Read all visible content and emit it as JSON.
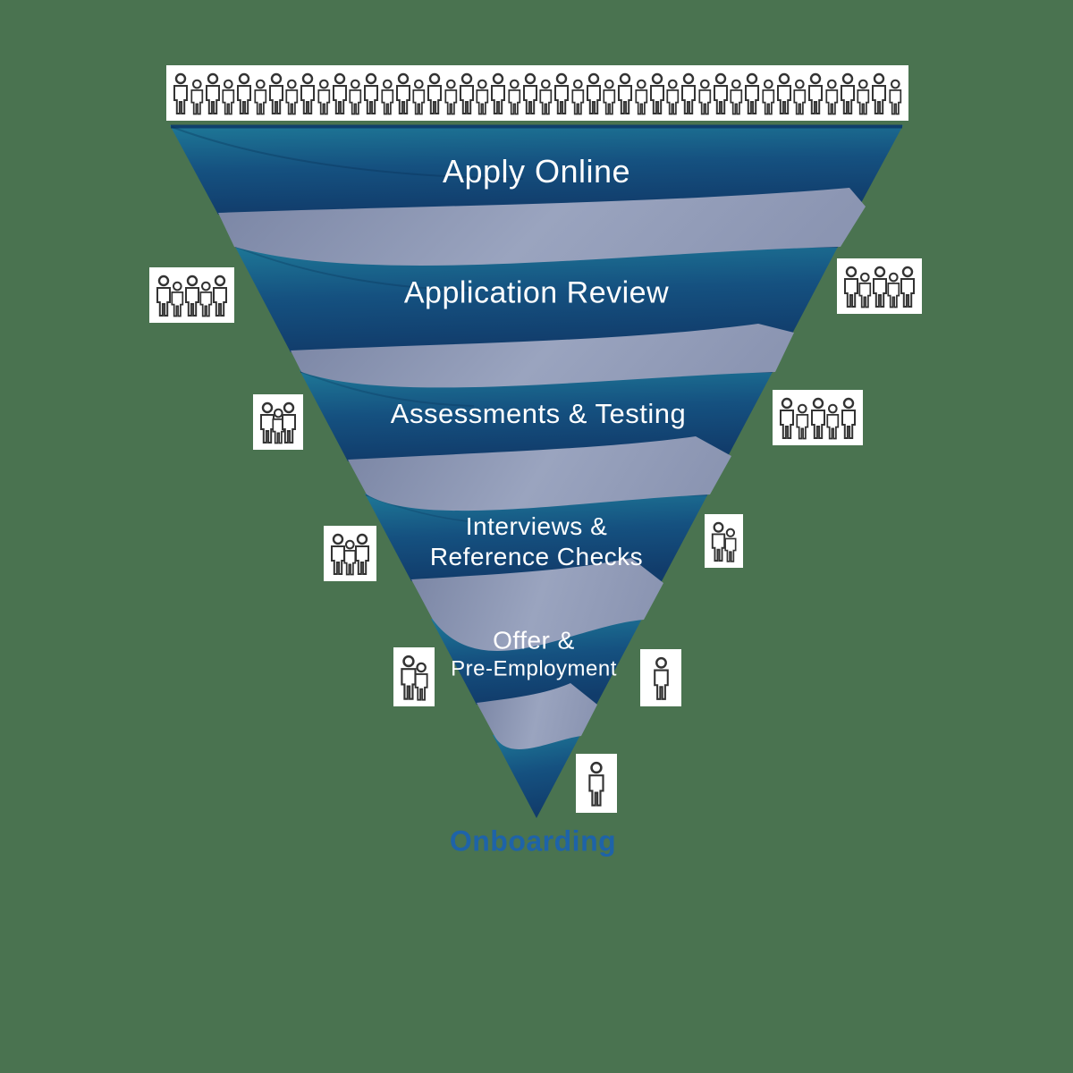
{
  "diagram": {
    "type": "recruitment-hiring-funnel",
    "top_row_count": 46,
    "stages": [
      {
        "id": "apply-online",
        "line1": "Apply Online",
        "line2": "",
        "left_people": 0,
        "right_people": 0
      },
      {
        "id": "application-review",
        "line1": "Application Review",
        "line2": "",
        "left_people": 5,
        "right_people": 5
      },
      {
        "id": "assessments-testing",
        "line1": "Assessments & Testing",
        "line2": "",
        "left_people": 3,
        "right_people": 5
      },
      {
        "id": "interviews-checks",
        "line1": "Interviews &",
        "line2": "Reference Checks",
        "left_people": 3,
        "right_people": 2
      },
      {
        "id": "offer-preemployment",
        "line1": "Offer &",
        "line2": "Pre-Employment",
        "left_people": 2,
        "right_people": 1
      },
      {
        "id": "onboarding",
        "line1": "Onboarding",
        "line2": "",
        "left_people": 0,
        "right_people": 1
      }
    ],
    "colors": {
      "background": "#4A7350",
      "funnel_teal_top": "#1E7897",
      "funnel_navy_mid": "#155180",
      "funnel_navy_bottom": "#113C6B",
      "funnel_rim": "#0D3866",
      "ribbon_gray_blue": "#8C97B3",
      "stage_text": "#FFFFFF",
      "onboarding_text": "#1E63A8",
      "person_outline": "#333333",
      "person_box_bg": "#FFFFFF"
    }
  }
}
